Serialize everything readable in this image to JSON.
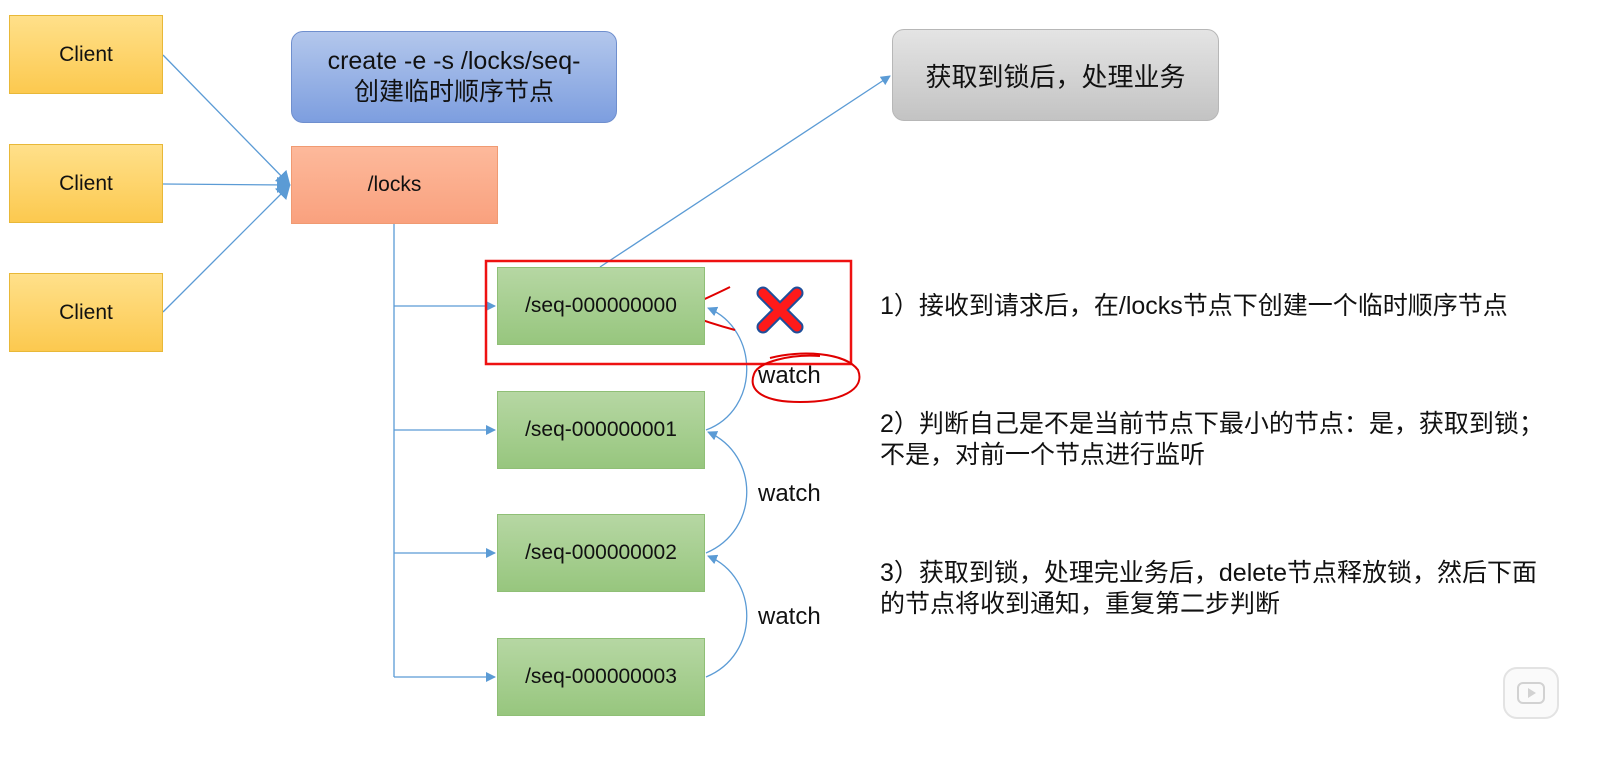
{
  "clients": [
    "Client",
    "Client",
    "Client"
  ],
  "command": {
    "line1": "create -e -s /locks/seq-",
    "line2": "创建临时顺序节点"
  },
  "result_box": "获取到锁后，处理业务",
  "locks_node": "/locks",
  "seq_nodes": [
    "/seq-000000000",
    "/seq-000000001",
    "/seq-000000002",
    "/seq-000000003"
  ],
  "watch_labels": [
    "watch",
    "watch",
    "watch"
  ],
  "notes": [
    "1）接收到请求后，在/locks节点下创建一个临时顺序节点",
    "2）判断自己是不是当前节点下最小的节点：是，获取到锁；不是，对前一个节点进行监听",
    "3）获取到锁，处理完业务后，delete节点释放锁，然后下面的节点将收到通知，重复第二步判断"
  ],
  "colors": {
    "client": "#fcc94f",
    "command": "#8eaadb",
    "result": "#cccccc",
    "locks": "#f9a883",
    "seq": "#a5cc8e",
    "arrow": "#5b9bd5",
    "annotation_red": "#ff0000"
  },
  "icons": [
    "red-x-icon",
    "video-player-icon"
  ]
}
